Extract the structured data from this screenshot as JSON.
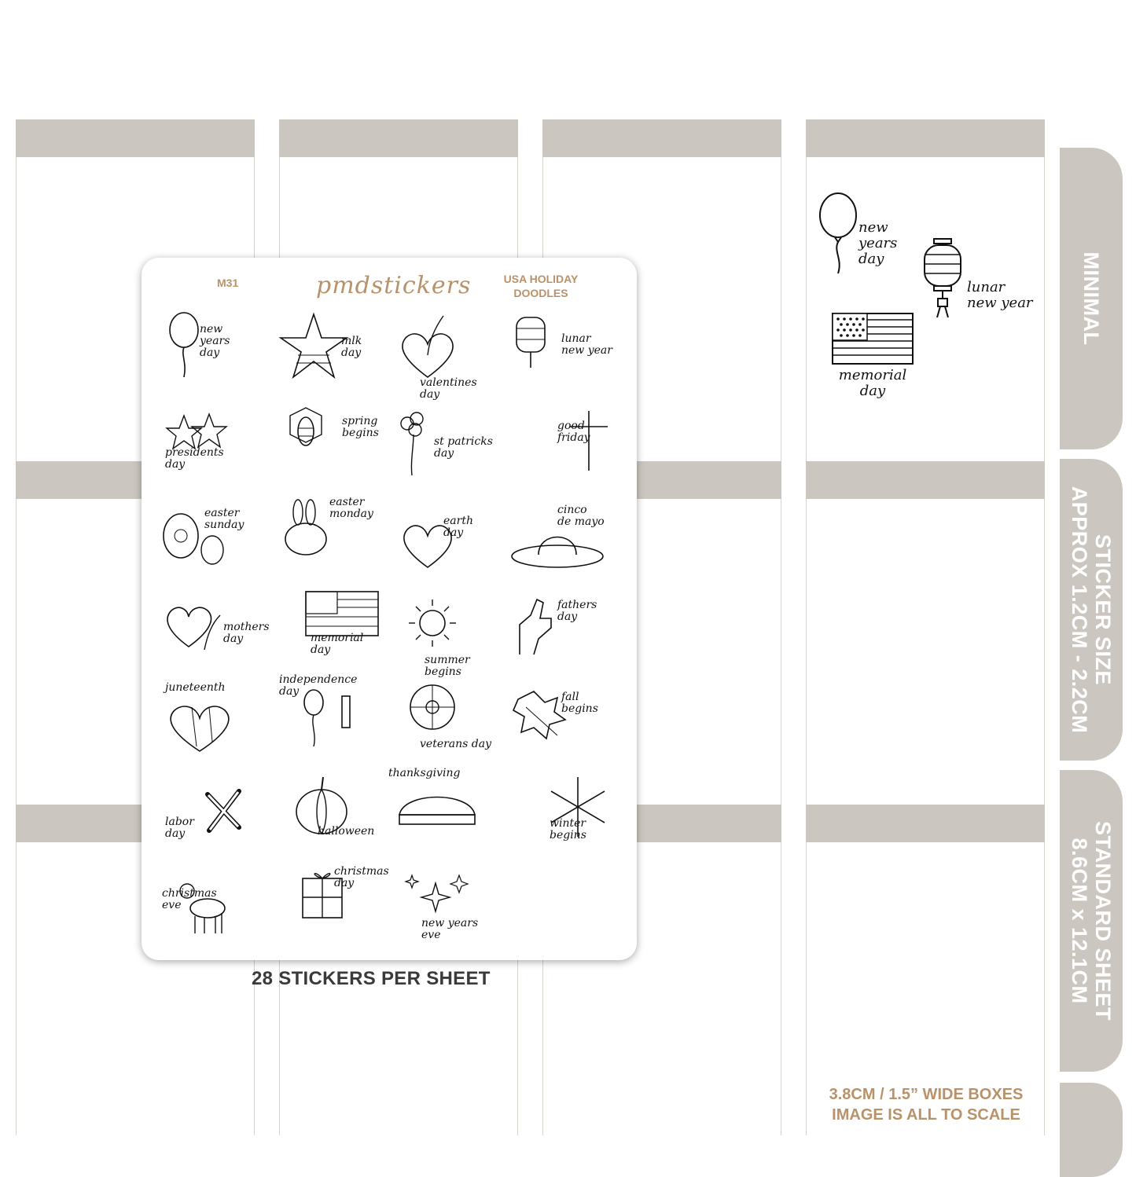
{
  "sheet": {
    "code": "M31",
    "brand": "pmdstickers",
    "title": "USA HOLIDAY\nDOODLES"
  },
  "stickers": [
    {
      "label": "new\nyears\nday",
      "icon": "balloon-icon"
    },
    {
      "label": "mlk\nday",
      "icon": "star-icon"
    },
    {
      "label": "valentines\nday",
      "icon": "heart-icon"
    },
    {
      "label": "lunar\nnew year",
      "icon": "lantern-icon"
    },
    {
      "label": "presidents\nday",
      "icon": "stars-icon"
    },
    {
      "label": "spring\nbegins",
      "icon": "bee-icon"
    },
    {
      "label": "st patricks\nday",
      "icon": "clover-icon"
    },
    {
      "label": "good\nfriday",
      "icon": "cross-icon"
    },
    {
      "label": "easter\nsunday",
      "icon": "egg-icon"
    },
    {
      "label": "easter\nmonday",
      "icon": "bunny-icon"
    },
    {
      "label": "earth\nday",
      "icon": "earth-icon"
    },
    {
      "label": "cinco\nde mayo",
      "icon": "sombrero-icon"
    },
    {
      "label": "mothers\nday",
      "icon": "heart-flower-icon"
    },
    {
      "label": "memorial\nday",
      "icon": "flag-icon"
    },
    {
      "label": "summer\nbegins",
      "icon": "sun-icon"
    },
    {
      "label": "fathers\nday",
      "icon": "hand-icon"
    },
    {
      "label": "juneteenth",
      "icon": "heart-stripes-icon"
    },
    {
      "label": "independence\nday",
      "icon": "firework-icon"
    },
    {
      "label": "veterans day",
      "icon": "poppy-icon"
    },
    {
      "label": "fall\nbegins",
      "icon": "leaf-icon"
    },
    {
      "label": "labor\nday",
      "icon": "tools-icon"
    },
    {
      "label": "halloween",
      "icon": "pumpkin-icon"
    },
    {
      "label": "veterans",
      "icon": "none"
    },
    {
      "label": "thanksgiving",
      "icon": "pie-icon"
    },
    {
      "label": "winter\nbegins",
      "icon": "snowflake-icon"
    },
    {
      "label": "christmas\neve",
      "icon": "deer-icon"
    },
    {
      "label": "christmas\nday",
      "icon": "gift-icon"
    },
    {
      "label": "new years\neve",
      "icon": "sparkles-icon"
    }
  ],
  "preview": {
    "balloon_label": "new\nyears\nday",
    "lantern_label": "lunar\nnew year",
    "flag_label": "memorial\nday"
  },
  "tabs": {
    "minimal": "MINIMAL",
    "size": "STICKER SIZE\nAPPROX 1.2CM - 2.2CM",
    "standard": "STANDARD SHEET\n8.6CM x 12.1CM"
  },
  "footer": {
    "stickers_per_sheet": "28 STICKERS PER SHEET",
    "scale_note": "3.8CM / 1.5” WIDE BOXES\nIMAGE IS ALL TO SCALE"
  },
  "colors": {
    "band": "#cbc7c0",
    "accent": "#b8926a",
    "ink": "#111111"
  }
}
